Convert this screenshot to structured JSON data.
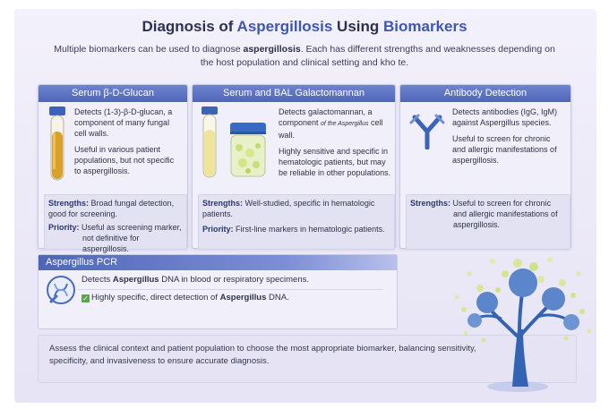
{
  "title": {
    "part1": "Diagnosis of ",
    "part2": "Aspergillosis",
    "part3": " Using ",
    "part4": "Biomarkers"
  },
  "intro": {
    "part1": "Multiple biomarkers can be used to diagnose ",
    "bold": "aspergillosis",
    "part2": ". Each has different strengths and weaknesses depending on the host population and clinical setting and kho te."
  },
  "cards": [
    {
      "header": "Serum β-D-Glucan",
      "para1": "Detects (1-3)-β-D-glucan, a component of many fungal cell walls.",
      "para2": "Useful in various patient populations, but not specific to aspergillosis.",
      "strengths_label": "Strengths:",
      "strengths_text": "Broad fungal detection, good for screening.",
      "priority_label": "Priority:",
      "priority_text": "Useful as screening marker, not definitive for aspergillosis."
    },
    {
      "header": "Serum and BAL Galactomannan",
      "para1_a": "Detects galactomannan, a component ",
      "para1_small": "of the Aspergillus",
      "para1_b": " cell wall.",
      "para2": "Highly sensitive and specific in hematologic patients, but may be reliable in other populations.",
      "strengths_label": "Strengths:",
      "strengths_text": "Well-studied, specific in hematologic patients.",
      "priority_label": "Priority:",
      "priority_text": "First-line markers in hematologic patients."
    },
    {
      "header": "Antibody Detection",
      "para1": "Detects antibodies (IgG, IgM) against Aspergillus species.",
      "para2": "Useful to screen for chronic and allergic manifestations of aspergillosis.",
      "strengths_label": "Strengths:",
      "strengths_text": "Useful to screen for chronic and allergic manifestations of aspergillosis."
    }
  ],
  "pcr": {
    "header": "Aspergillus PCR",
    "line1_a": "Detects ",
    "line1_bold": "Aspergillus",
    "line1_b": " DNA in blood or respiratory specimens.",
    "check": "✓",
    "line2_a": "Highly specific, direct detection of ",
    "line2_bold": "Aspergillus",
    "line2_b": " DNA."
  },
  "footer": "Assess the clinical context and patient population to choose the most appropriate biomarker, balancing sensitivity, specificity, and invasiveness to ensure accurate diagnosis.",
  "colors": {
    "header_blue": "#5068b9",
    "accent_title": "#3d56b8",
    "check_green": "#5aa64a",
    "tree_blue": "#2d5aa6"
  },
  "icons": [
    "test-tube-icon",
    "sample-jar-icon",
    "antibody-icon",
    "pcr-icon",
    "aspergillus-tree-icon"
  ]
}
